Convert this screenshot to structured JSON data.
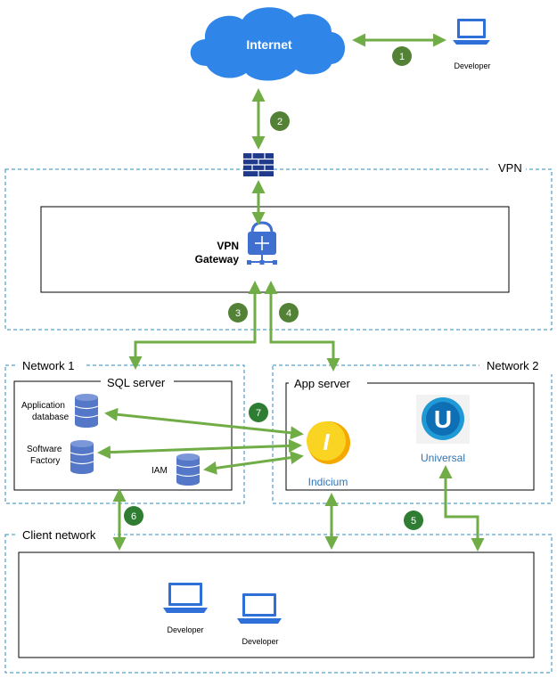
{
  "colors": {
    "arrow": "#70ad47",
    "badge": "#538135",
    "badge_dark": "#2e7d32",
    "dashed": "#2e8bc0",
    "cloud": "#2f86e8",
    "device": "#2e6fd8",
    "firewall": "#1f3a8a",
    "gateway": "#3f6fcf",
    "db": "#5577c8"
  },
  "internet": {
    "label": "Internet"
  },
  "developer_top": {
    "label": "Developer"
  },
  "vpn": {
    "zone_label": "VPN",
    "gateway_label_line1": "VPN",
    "gateway_label_line2": "Gateway"
  },
  "network1": {
    "zone_label": "Network 1",
    "server_label": "SQL server",
    "databases": [
      {
        "label_line1": "Application",
        "label_line2": "database"
      },
      {
        "label_line1": "Software",
        "label_line2": "Factory"
      },
      {
        "label_line1": "IAM",
        "label_line2": ""
      }
    ]
  },
  "network2": {
    "zone_label": "Network 2",
    "server_label": "App server",
    "apps": [
      {
        "label": "Indicium",
        "glyph": "I"
      },
      {
        "label": "Universal",
        "glyph": "U"
      }
    ]
  },
  "client": {
    "zone_label": "Client network",
    "developers": [
      {
        "label": "Developer"
      },
      {
        "label": "Developer"
      }
    ]
  },
  "steps": [
    "1",
    "2",
    "3",
    "4",
    "5",
    "6",
    "7"
  ]
}
